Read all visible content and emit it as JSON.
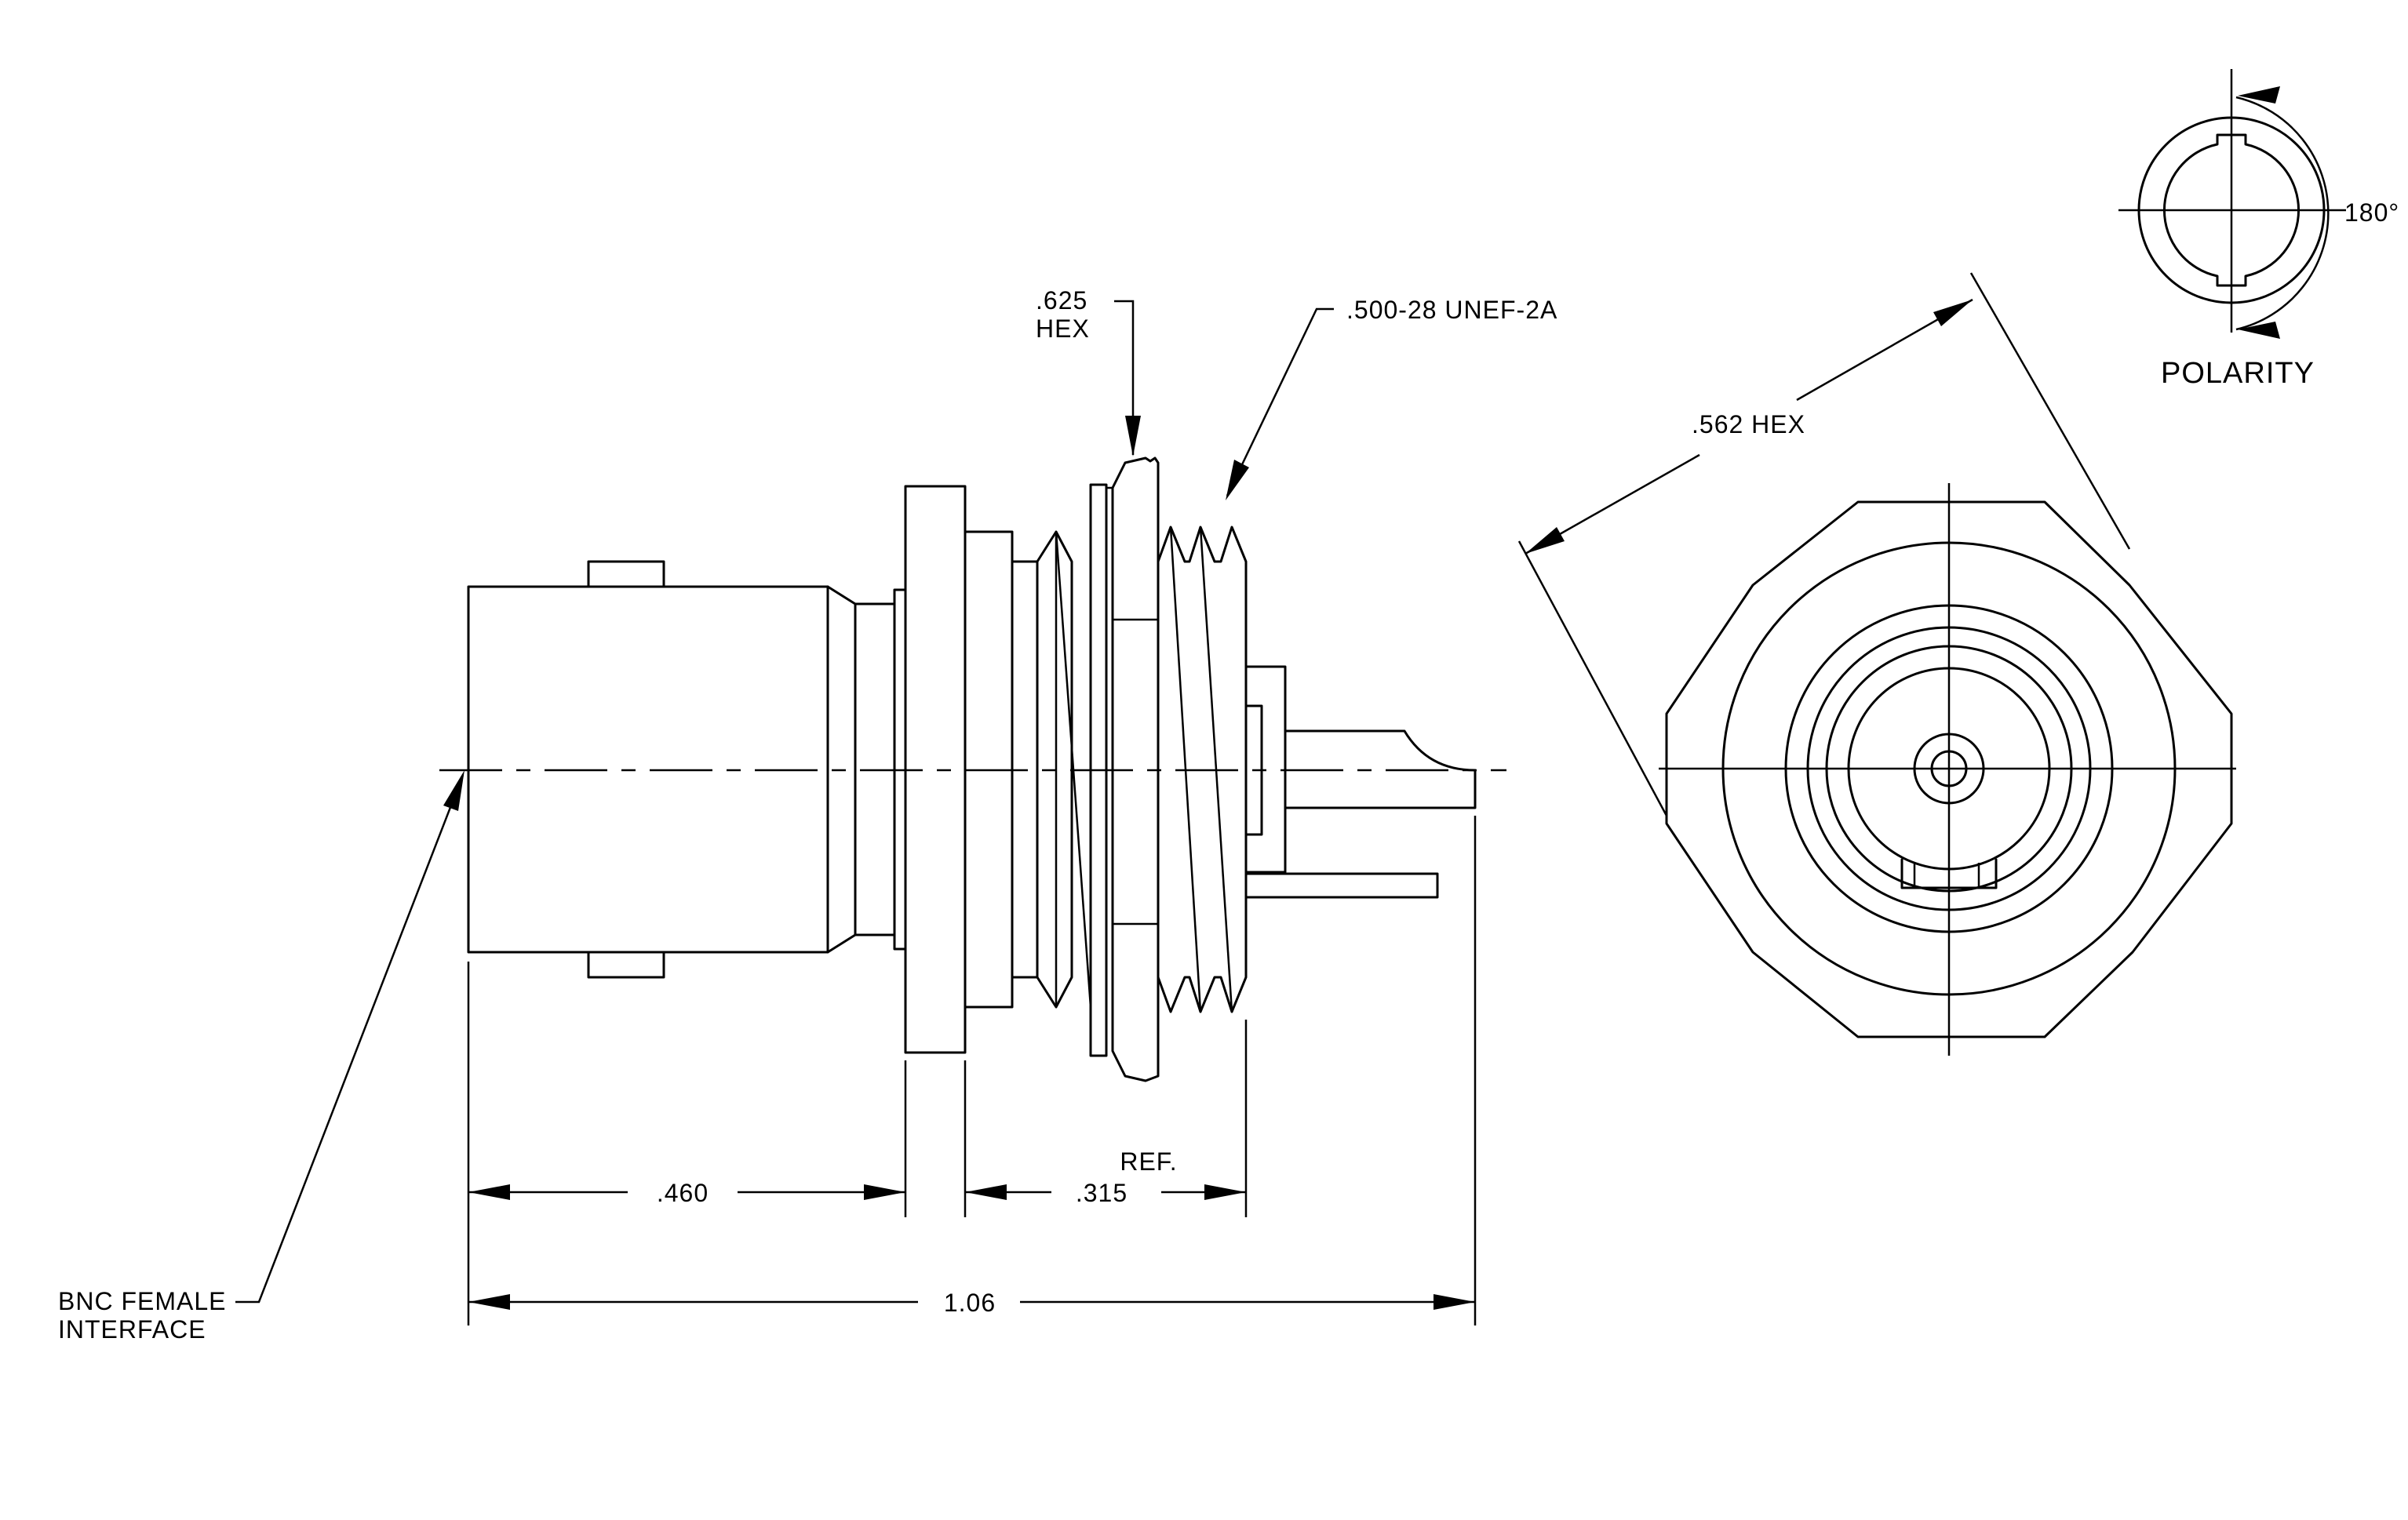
{
  "labels": {
    "hex_625_line1": ".625",
    "hex_625_line2": "HEX",
    "thread": ".500-28 UNEF-2A",
    "hex_562": ".562 HEX",
    "polarity": "POLARITY",
    "angle": "180°",
    "dim_460": ".460",
    "ref": "REF.",
    "dim_315": ".315",
    "dim_106": "1.06",
    "bnc_line1": "BNC FEMALE",
    "bnc_line2": "INTERFACE"
  }
}
